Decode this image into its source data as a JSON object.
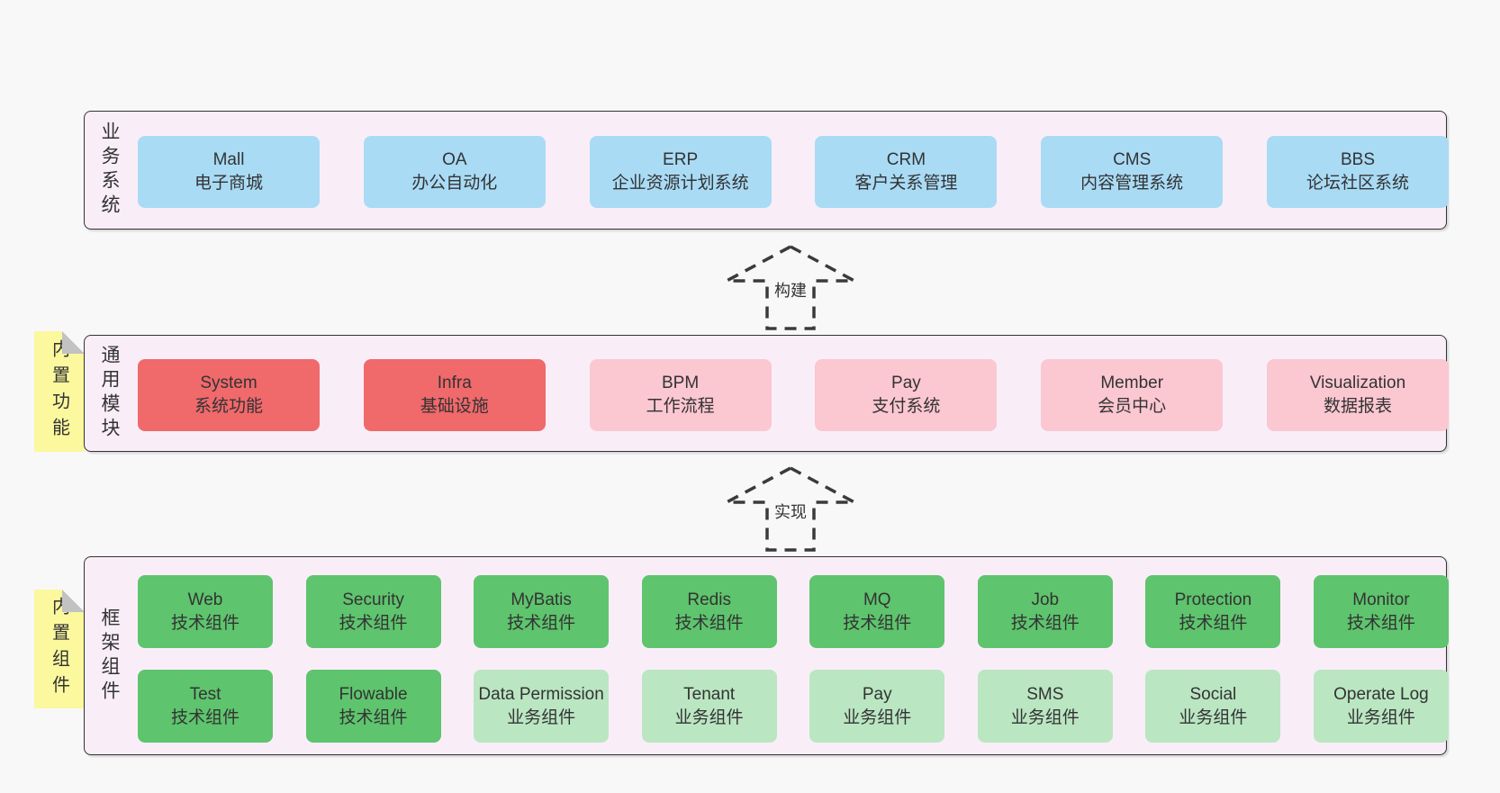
{
  "colors": {
    "page_bg": "#f8f8f8",
    "panel_bg": "#f9eef8",
    "panel_border": "#333333",
    "text": "#333333",
    "blue": "#a9dbf5",
    "red": "#f0696b",
    "pink": "#fbc7d1",
    "green": "#5ec46d",
    "light_green": "#bae6c2",
    "note_bg": "#fbf89e",
    "note_fold": "#c2c2c2"
  },
  "arrows": [
    {
      "label": "构建"
    },
    {
      "label": "实现"
    }
  ],
  "layers": [
    {
      "id": "business-systems",
      "label": "业务系统",
      "rows": [
        [
          {
            "title": "Mall",
            "subtitle": "电子商城",
            "variant": "blue"
          },
          {
            "title": "OA",
            "subtitle": "办公自动化",
            "variant": "blue"
          },
          {
            "title": "ERP",
            "subtitle": "企业资源计划系统",
            "variant": "blue"
          },
          {
            "title": "CRM",
            "subtitle": "客户关系管理",
            "variant": "blue"
          },
          {
            "title": "CMS",
            "subtitle": "内容管理系统",
            "variant": "blue"
          },
          {
            "title": "BBS",
            "subtitle": "论坛社区系统",
            "variant": "blue"
          }
        ]
      ]
    },
    {
      "id": "common-modules",
      "label": "通用模块",
      "note": "内置功能",
      "rows": [
        [
          {
            "title": "System",
            "subtitle": "系统功能",
            "variant": "red"
          },
          {
            "title": "Infra",
            "subtitle": "基础设施",
            "variant": "red"
          },
          {
            "title": "BPM",
            "subtitle": "工作流程",
            "variant": "pink"
          },
          {
            "title": "Pay",
            "subtitle": "支付系统",
            "variant": "pink"
          },
          {
            "title": "Member",
            "subtitle": "会员中心",
            "variant": "pink"
          },
          {
            "title": "Visualization",
            "subtitle": "数据报表",
            "variant": "pink"
          }
        ]
      ]
    },
    {
      "id": "framework-components",
      "label": "框架组件",
      "note": "内置组件",
      "rows": [
        [
          {
            "title": "Web",
            "subtitle": "技术组件",
            "variant": "green"
          },
          {
            "title": "Security",
            "subtitle": "技术组件",
            "variant": "green"
          },
          {
            "title": "MyBatis",
            "subtitle": "技术组件",
            "variant": "green"
          },
          {
            "title": "Redis",
            "subtitle": "技术组件",
            "variant": "green"
          },
          {
            "title": "MQ",
            "subtitle": "技术组件",
            "variant": "green"
          },
          {
            "title": "Job",
            "subtitle": "技术组件",
            "variant": "green"
          },
          {
            "title": "Protection",
            "subtitle": "技术组件",
            "variant": "green"
          },
          {
            "title": "Monitor",
            "subtitle": "技术组件",
            "variant": "green"
          }
        ],
        [
          {
            "title": "Test",
            "subtitle": "技术组件",
            "variant": "green"
          },
          {
            "title": "Flowable",
            "subtitle": "技术组件",
            "variant": "green"
          },
          {
            "title": "Data Permission",
            "subtitle": "业务组件",
            "variant": "light_green"
          },
          {
            "title": "Tenant",
            "subtitle": "业务组件",
            "variant": "light_green"
          },
          {
            "title": "Pay",
            "subtitle": "业务组件",
            "variant": "light_green"
          },
          {
            "title": "SMS",
            "subtitle": "业务组件",
            "variant": "light_green"
          },
          {
            "title": "Social",
            "subtitle": "业务组件",
            "variant": "light_green"
          },
          {
            "title": "Operate Log",
            "subtitle": "业务组件",
            "variant": "light_green"
          }
        ]
      ]
    }
  ]
}
